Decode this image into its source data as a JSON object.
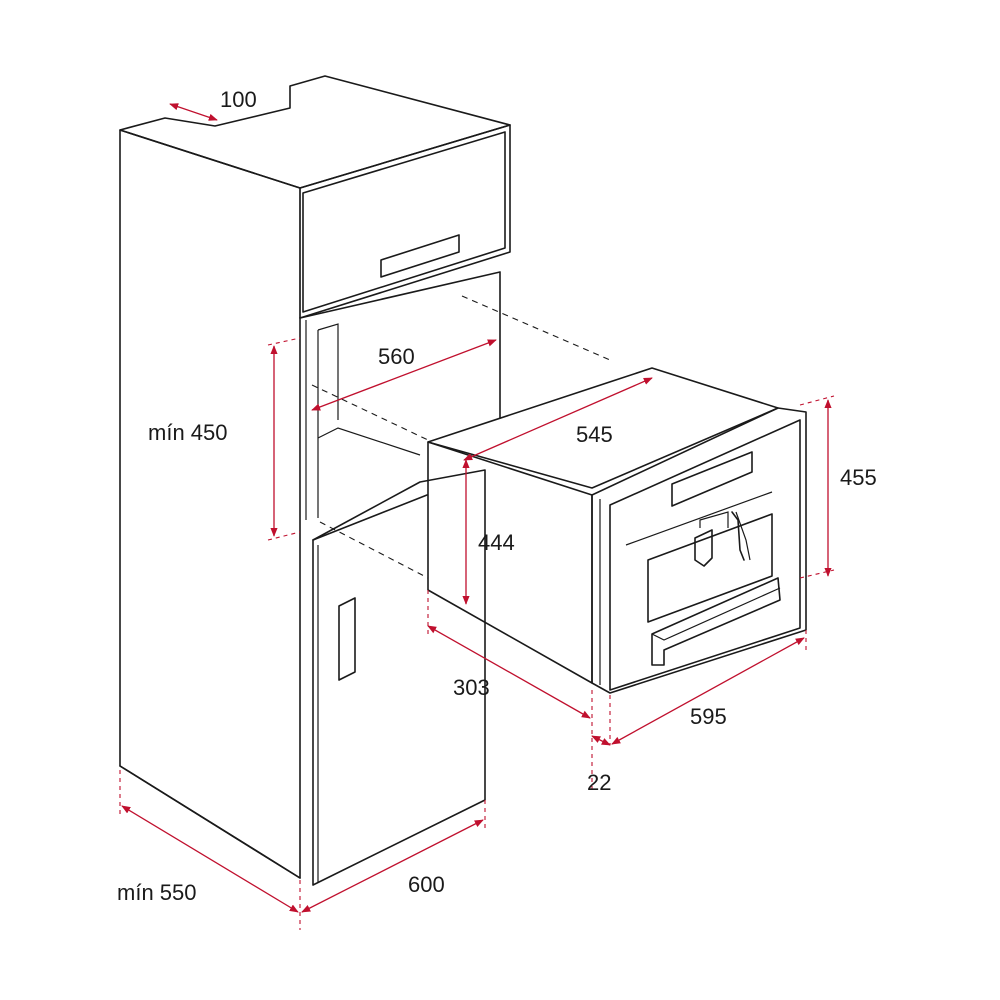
{
  "colors": {
    "outline": "#1a1a1a",
    "dimension": "#c0102e",
    "background": "#ffffff"
  },
  "dimensions": {
    "d100": "100",
    "d560": "560",
    "min450": "mín 450",
    "d545": "545",
    "d455": "455",
    "d444": "444",
    "d303": "303",
    "d595": "595",
    "d22": "22",
    "d600": "600",
    "min550": "mín 550"
  }
}
